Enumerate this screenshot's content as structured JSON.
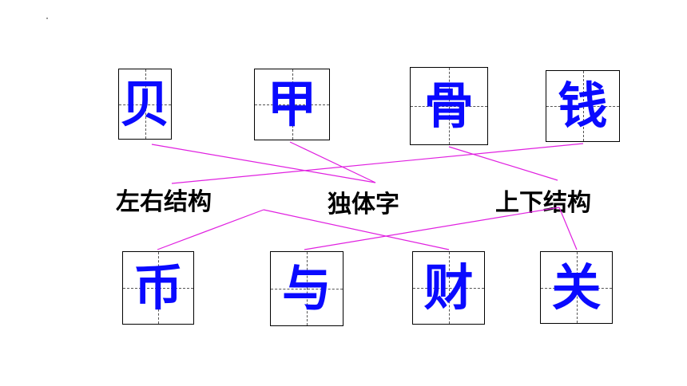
{
  "colors": {
    "character": "#0a0aff",
    "connector": "#e020e0",
    "label": "#000000"
  },
  "top_characters": [
    {
      "id": "t0",
      "char": "贝"
    },
    {
      "id": "t1",
      "char": "甲"
    },
    {
      "id": "t2",
      "char": "骨"
    },
    {
      "id": "t3",
      "char": "钱"
    }
  ],
  "bottom_characters": [
    {
      "id": "b0",
      "char": "币"
    },
    {
      "id": "b1",
      "char": "与"
    },
    {
      "id": "b2",
      "char": "财"
    },
    {
      "id": "b3",
      "char": "关"
    }
  ],
  "categories": [
    {
      "id": "c0",
      "label": "左右结构"
    },
    {
      "id": "c1",
      "label": "独体字"
    },
    {
      "id": "c2",
      "label": "上下结构"
    }
  ],
  "connections": [
    {
      "from": "t0",
      "to": "c1"
    },
    {
      "from": "t1",
      "to": "c1"
    },
    {
      "from": "t2",
      "to": "c2"
    },
    {
      "from": "t3",
      "to": "c0"
    },
    {
      "from": "b0",
      "to": "c0"
    },
    {
      "from": "b1",
      "to": "c2"
    },
    {
      "from": "b2",
      "to": "c0"
    },
    {
      "from": "b3",
      "to": "c2"
    }
  ]
}
